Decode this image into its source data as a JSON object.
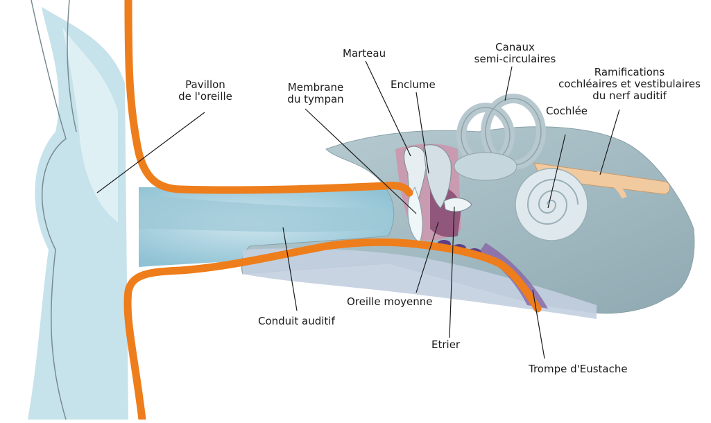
{
  "labels": {
    "pavillon": [
      "Pavillon",
      "de l'oreille"
    ],
    "membrane": [
      "Membrane",
      "du tympan"
    ],
    "marteau": "Marteau",
    "enclume": "Enclume",
    "canaux": [
      "Canaux",
      "semi-circulaires"
    ],
    "ramifications": [
      "Ramifications",
      "cochléaires et vestibulaires",
      "du nerf auditif"
    ],
    "cochlee": "Cochlée",
    "conduit": "Conduit auditif",
    "oreille_moyenne": "Oreille moyenne",
    "etrier": "Etrier",
    "trompe": "Trompe d'Eustache"
  },
  "colors": {
    "skin_blue": "#a9d3e0",
    "skin_blue_light": "#cfe6ee",
    "canal_orange": "#ee7d1b",
    "bone_gray": "#9fb6be",
    "middle_ear_pink": "#c9a0b4",
    "nerve_beige": "#f2caa0",
    "leader_line": "#1a1a1a"
  }
}
